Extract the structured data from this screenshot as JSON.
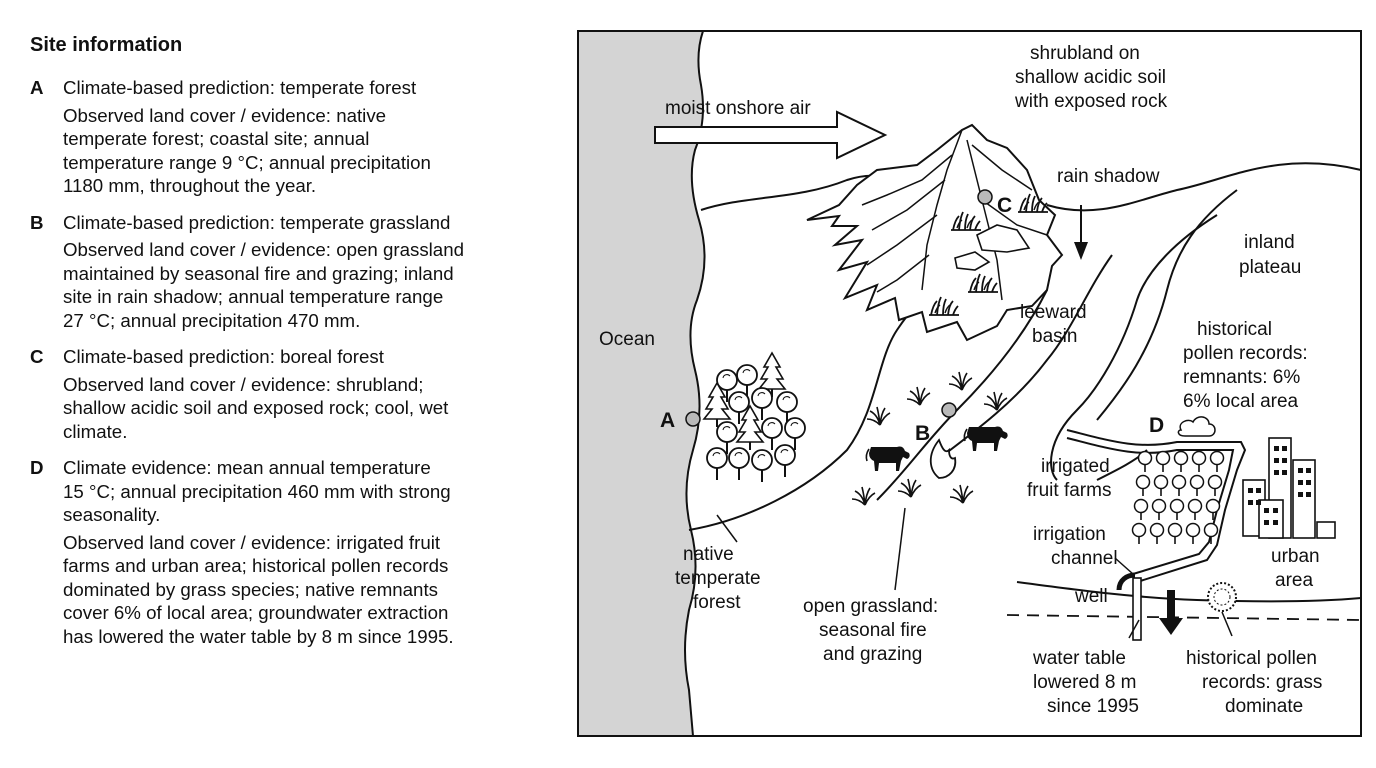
{
  "info": {
    "title": "Site information",
    "sites": [
      {
        "letter": "A",
        "prediction": "Climate-based prediction: temperate forest",
        "lines": [
          "Observed land cover / evidence: native",
          "temperate forest; coastal site; annual",
          "temperature range 9 °C; annual precipitation",
          "1180 mm, throughout the year."
        ]
      },
      {
        "letter": "B",
        "prediction": "Climate-based prediction: temperate grassland",
        "lines": [
          "Observed land cover / evidence: open grassland",
          "maintained by seasonal fire and grazing; inland",
          "site in rain shadow; annual temperature range",
          "27 °C; annual precipitation 470 mm."
        ]
      },
      {
        "letter": "C",
        "prediction": "Climate-based prediction: boreal forest",
        "lines": [
          "Observed land cover / evidence: shrubland;",
          "shallow acidic soil and exposed rock; cool, wet",
          "climate."
        ]
      },
      {
        "letter": "D",
        "prediction_lines": [
          "Climate evidence: mean annual temperature",
          "15 °C; annual precipitation 460 mm with strong",
          "seasonality."
        ],
        "lines": [
          "Observed land cover / evidence: irrigated fruit",
          "farms and urban area; historical pollen records",
          "dominated  by grass species; native remnants",
          "cover 6% of local area; groundwater extraction",
          "has lowered the water table by 8 m since 1995."
        ]
      }
    ]
  },
  "map": {
    "ocean": "Ocean",
    "wind": "moist onshore air",
    "shrubland": [
      "shrubland on",
      "shallow acidic soil",
      "with exposed rock"
    ],
    "rain_shadow": "rain shadow",
    "inland_plateau": [
      "inland",
      "plateau"
    ],
    "leeward_basin": [
      "leeward",
      "basin"
    ],
    "pollen_remnants": [
      "historical",
      "pollen records:",
      "remnants: 6%",
      "6% local area"
    ],
    "native_forest": [
      "native",
      "temperate",
      "forest"
    ],
    "grassland": [
      "open grassland:",
      "seasonal fire",
      "and grazing"
    ],
    "fruit_farms": [
      "irrigated",
      "fruit farms"
    ],
    "irrigation_channel": [
      "irrigation",
      "channel"
    ],
    "urban_area": [
      "urban",
      "area"
    ],
    "well": "well",
    "water_table": [
      "water table",
      "lowered 8 m",
      "since 1995"
    ],
    "pollen_grass": [
      "historical pollen",
      "records: grass",
      "dominate"
    ],
    "site_a": "A",
    "site_b": "B",
    "site_c": "C",
    "site_d": "D",
    "colors": {
      "ocean": "#d4d4d4",
      "ink": "#111111",
      "marker": "#b9b9b9"
    }
  }
}
